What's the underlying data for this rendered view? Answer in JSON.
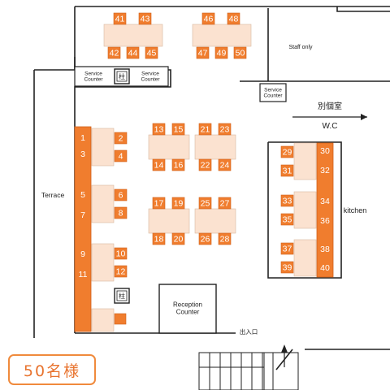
{
  "capacity_badge": "50名様",
  "labels": {
    "staff_only": "Staff only",
    "service_counter_left": "Service\nCounter",
    "service_counter_right": "Service\nCounter",
    "service_counter_center": "Service\nCounter",
    "pillar": "柱",
    "private_room": "別個室",
    "wc": "W.C",
    "terrace": "Terrace",
    "kitchen": "kitchen",
    "reception_counter": "Reception\nCounter",
    "entrance": "出入口"
  },
  "seats": {
    "top_left_table": {
      "top": [
        "41",
        "43"
      ],
      "bottom": [
        "42",
        "44",
        "45"
      ]
    },
    "top_right_table": {
      "top": [
        "46",
        "48"
      ],
      "bottom": [
        "47",
        "49",
        "50"
      ]
    },
    "terrace_bench": [
      "1",
      "3",
      "5",
      "7",
      "9",
      "11"
    ],
    "terrace_tables": [
      [
        "2",
        "4"
      ],
      [
        "6",
        "8"
      ],
      [
        "10",
        "12"
      ]
    ],
    "center_tables": [
      {
        "top": [
          "13",
          "15"
        ],
        "bottom": [
          "14",
          "16"
        ]
      },
      {
        "top": [
          "21",
          "23"
        ],
        "bottom": [
          "22",
          "24"
        ]
      },
      {
        "top": [
          "17",
          "19"
        ],
        "bottom": [
          "18",
          "20"
        ]
      },
      {
        "top": [
          "25",
          "27"
        ],
        "bottom": [
          "26",
          "28"
        ]
      }
    ],
    "kitchen_bench": [
      "30",
      "32",
      "34",
      "36",
      "38",
      "40"
    ],
    "kitchen_tables": [
      [
        "29",
        "31"
      ],
      [
        "33",
        "35"
      ],
      [
        "37",
        "39"
      ]
    ]
  },
  "colors": {
    "seat": "#f07d2e",
    "seat_border": "#d0601a",
    "table": "#fbe2d0",
    "line": "#222222",
    "accent": "#e8732e"
  }
}
